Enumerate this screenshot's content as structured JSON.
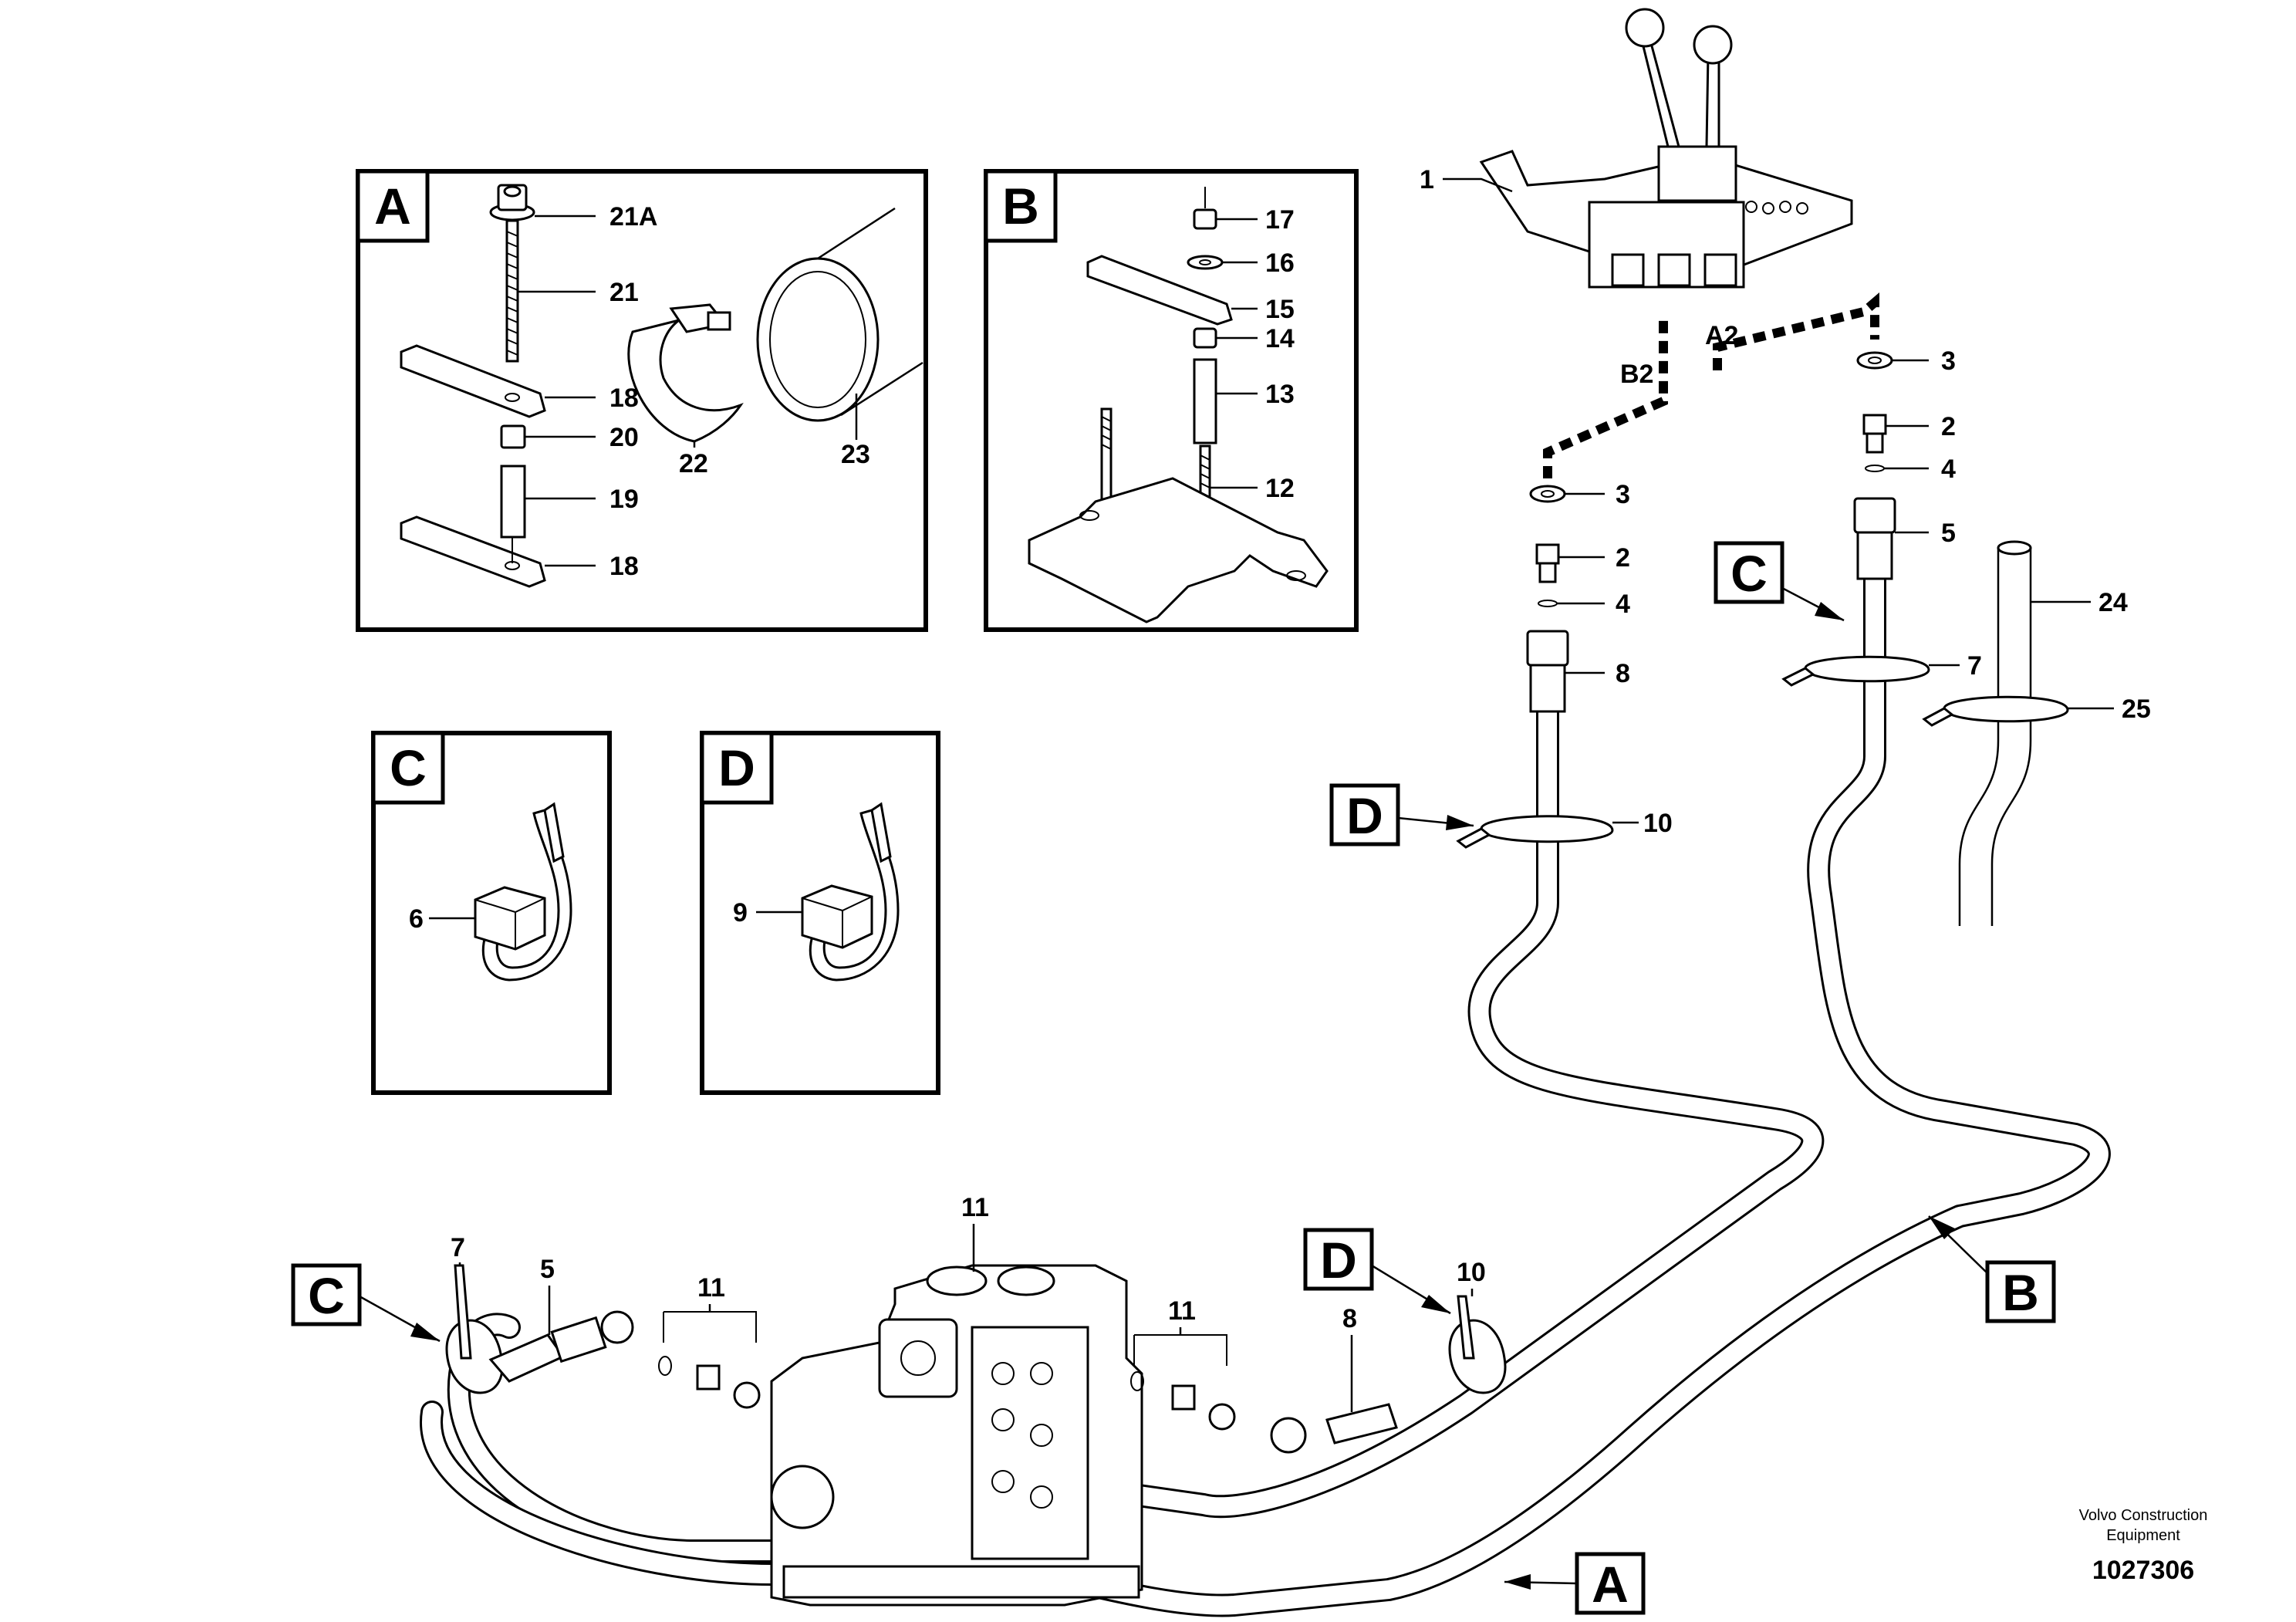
{
  "panels": {
    "a": {
      "tag": "A",
      "labels": {
        "p21a": "21A",
        "p21": "21",
        "p18a": "18",
        "p20": "20",
        "p19": "19",
        "p18b": "18",
        "p22": "22",
        "p23": "23"
      }
    },
    "b": {
      "tag": "B",
      "labels": {
        "p17": "17",
        "p16": "16",
        "p15": "15",
        "p14": "14",
        "p13": "13",
        "p12": "12"
      }
    },
    "c": {
      "tag": "C",
      "labels": {
        "p6": "6"
      }
    },
    "d": {
      "tag": "D",
      "labels": {
        "p9": "9"
      }
    }
  },
  "main": {
    "ports": {
      "b2": "B2",
      "a2": "A2"
    },
    "labels": {
      "p1": "1",
      "p3l": "3",
      "p2l": "2",
      "p4l": "4",
      "p8u": "8",
      "p10u": "10",
      "p3r": "3",
      "p2r": "2",
      "p4r": "4",
      "p5r": "5",
      "p7r": "7",
      "p24": "24",
      "p25": "25",
      "p11top": "11",
      "p11l": "11",
      "p11r": "11",
      "p7l": "7",
      "p5l": "5",
      "p8l": "8",
      "p10l": "10"
    },
    "tags": {
      "cRight": "C",
      "dUpper": "D",
      "cLeft": "C",
      "dLower": "D",
      "bRight": "B",
      "aBottom": "A"
    }
  },
  "footer": {
    "company_line1": "Volvo Construction",
    "company_line2": "Equipment",
    "id": "1027306"
  }
}
